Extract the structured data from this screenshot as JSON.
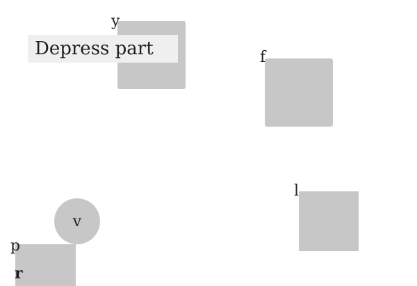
{
  "tooltip": {
    "text": "Depress part"
  },
  "widgets": {
    "y": {
      "label": "y"
    },
    "f": {
      "label": "f"
    },
    "l": {
      "label": "l"
    },
    "v": {
      "label": "v"
    },
    "p": {
      "label": "p"
    },
    "r": {
      "label": "r"
    }
  },
  "colors": {
    "widget_fill": "#c7c7c7",
    "tooltip_bg": "#efefef",
    "text": "#1f1f1f"
  }
}
